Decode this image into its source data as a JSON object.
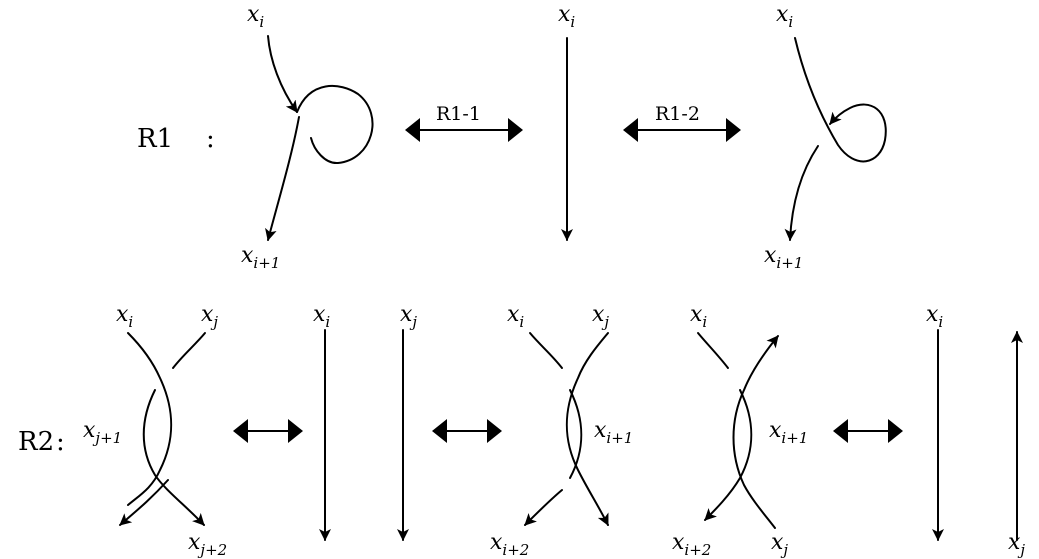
{
  "rows": {
    "r1": {
      "label": "R1",
      "colon": ":"
    },
    "r2": {
      "label": "R2",
      "colon": ":"
    }
  },
  "moves": {
    "r1_1": "R1-1",
    "r1_2": "R1-2"
  },
  "labels": {
    "r1_a_top": {
      "base": "x",
      "sub": "i"
    },
    "r1_a_bot": {
      "base": "x",
      "sub": "i+1"
    },
    "r1_b_top": {
      "base": "x",
      "sub": "i"
    },
    "r1_c_top": {
      "base": "x",
      "sub": "i"
    },
    "r1_c_bot": {
      "base": "x",
      "sub": "i+1"
    },
    "r2_a_tl": {
      "base": "x",
      "sub": "i"
    },
    "r2_a_tr": {
      "base": "x",
      "sub": "j"
    },
    "r2_a_mid": {
      "base": "x",
      "sub": "j+1"
    },
    "r2_a_br": {
      "base": "x",
      "sub": "j+2"
    },
    "r2_b_l": {
      "base": "x",
      "sub": "i"
    },
    "r2_b_r": {
      "base": "x",
      "sub": "j"
    },
    "r2_c_tl": {
      "base": "x",
      "sub": "i"
    },
    "r2_c_tr": {
      "base": "x",
      "sub": "j"
    },
    "r2_c_mid": {
      "base": "x",
      "sub": "i+1"
    },
    "r2_c_bl": {
      "base": "x",
      "sub": "i+2"
    },
    "r2_d_tl": {
      "base": "x",
      "sub": "i"
    },
    "r2_d_mid": {
      "base": "x",
      "sub": "i+1"
    },
    "r2_d_bl": {
      "base": "x",
      "sub": "i+2"
    },
    "r2_d_br": {
      "base": "x",
      "sub": "j"
    },
    "r2_e_l": {
      "base": "x",
      "sub": "i"
    },
    "r2_e_r": {
      "base": "x",
      "sub": "j"
    }
  }
}
